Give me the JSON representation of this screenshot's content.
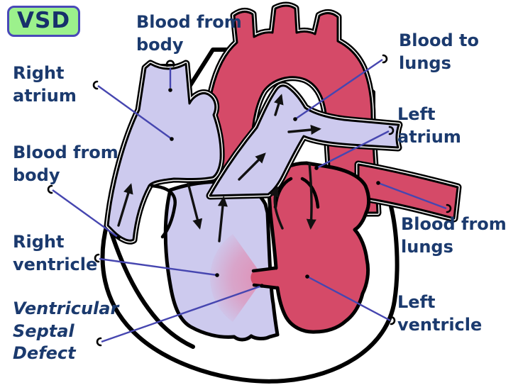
{
  "title": "Ventricular Septal Defect heart diagram",
  "badge": {
    "label": "VSD"
  },
  "colors": {
    "label_text": "#1b3a6e",
    "leader_line": "#4646b0",
    "right_heart": "#cdcaee",
    "left_heart": "#d54a68",
    "outline": "#000000",
    "vsd_jet": "#e08cb2",
    "badge_bg": "#9cf18c",
    "badge_border": "#4949b8",
    "badge_text": "#17306b"
  },
  "labels": {
    "blood_from_body_top": {
      "lines": [
        "Blood from",
        "body"
      ]
    },
    "right_atrium": {
      "lines": [
        "Right",
        "atrium"
      ]
    },
    "blood_from_body_left": {
      "lines": [
        "Blood from",
        "body"
      ]
    },
    "right_ventricle": {
      "lines": [
        "Right",
        "ventricle"
      ]
    },
    "vsd": {
      "lines": [
        "Ventricular",
        "Septal",
        "Defect"
      ]
    },
    "blood_to_lungs": {
      "lines": [
        "Blood to",
        "lungs"
      ]
    },
    "left_atrium": {
      "lines": [
        "Left",
        "atrium"
      ]
    },
    "blood_from_lungs": {
      "lines": [
        "Blood from",
        "lungs"
      ]
    },
    "left_ventricle": {
      "lines": [
        "Left",
        "ventricle"
      ]
    }
  }
}
